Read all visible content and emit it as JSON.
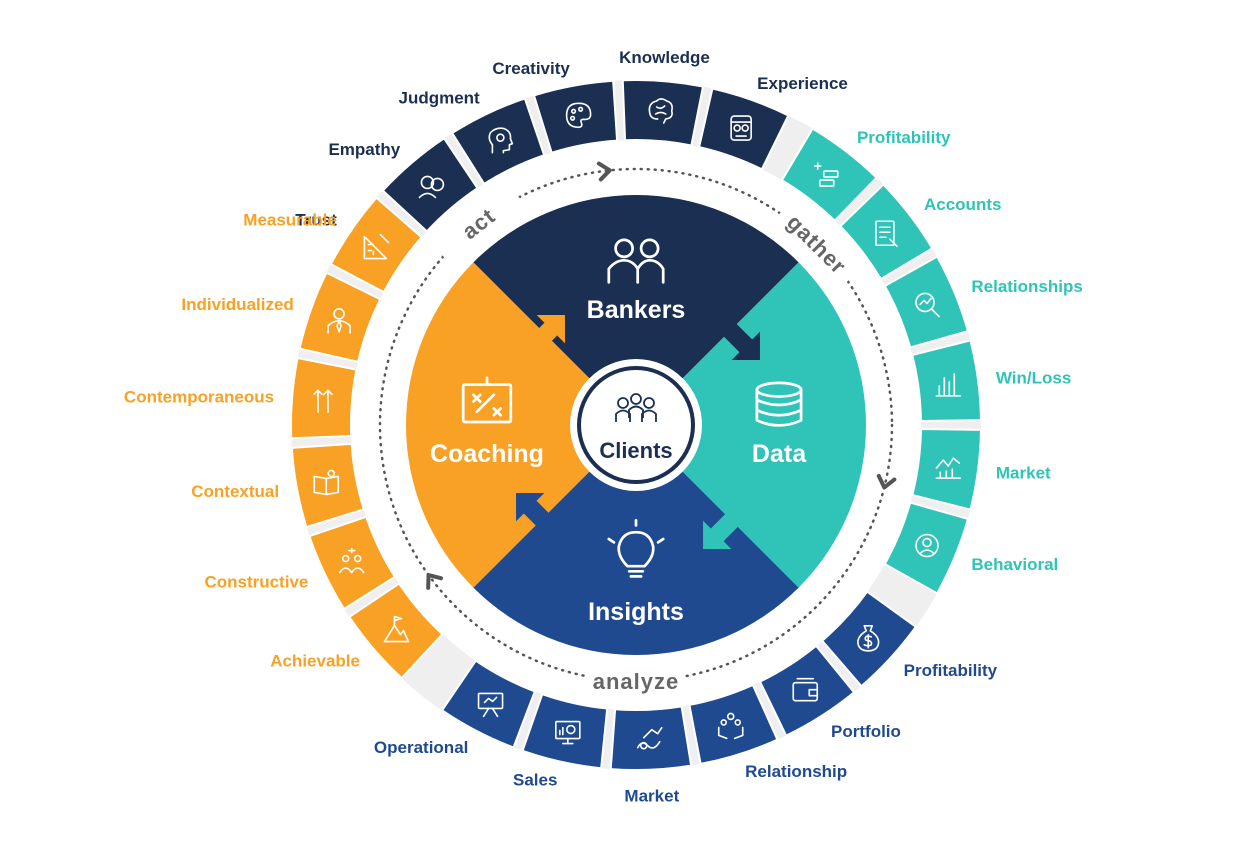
{
  "colors": {
    "navy": "#1b2f52",
    "teal": "#2fc4b7",
    "orange": "#f8a124",
    "blue": "#1f4a8f",
    "ring_gray": "#efefef",
    "arc_text": "#666666"
  },
  "center": {
    "label": "Clients",
    "icon": "clients-group-icon"
  },
  "quadrants": [
    {
      "key": "bankers",
      "label": "Bankers",
      "icon": "bankers-icon",
      "color": "#1b2f52"
    },
    {
      "key": "data",
      "label": "Data",
      "icon": "database-icon",
      "color": "#2fc4b7"
    },
    {
      "key": "insights",
      "label": "Insights",
      "icon": "lightbulb-icon",
      "color": "#1f4a8f"
    },
    {
      "key": "coaching",
      "label": "Coaching",
      "icon": "strategy-board-icon",
      "color": "#f8a124"
    }
  ],
  "cycle": {
    "top": "act",
    "right": "gather",
    "bottom": "analyze"
  },
  "groups": {
    "bankers": {
      "color": "#1b2f52",
      "items": [
        {
          "label": "Trust",
          "icon": "shield-badge-icon"
        },
        {
          "label": "Empathy",
          "icon": "faces-icon"
        },
        {
          "label": "Judgment",
          "icon": "head-gears-icon"
        },
        {
          "label": "Creativity",
          "icon": "palette-icon"
        },
        {
          "label": "Knowledge",
          "icon": "brain-icon"
        },
        {
          "label": "Experience",
          "icon": "person-glasses-icon"
        }
      ]
    },
    "data": {
      "color": "#2fc4b7",
      "items": [
        {
          "label": "Profitability",
          "icon": "sparkle-blocks-icon"
        },
        {
          "label": "Accounts",
          "icon": "account-sheet-icon"
        },
        {
          "label": "Relationships",
          "icon": "magnifier-chart-icon"
        },
        {
          "label": "Win/Loss",
          "icon": "bar-chart-icon"
        },
        {
          "label": "Market",
          "icon": "trend-chart-icon"
        },
        {
          "label": "Behavioral",
          "icon": "user-target-icon"
        }
      ]
    },
    "insights": {
      "color": "#1f4a8f",
      "items": [
        {
          "label": "Profitability",
          "icon": "money-bag-icon"
        },
        {
          "label": "Portfolio",
          "icon": "wallet-icon"
        },
        {
          "label": "Relationship",
          "icon": "hands-network-icon"
        },
        {
          "label": "Market",
          "icon": "money-growth-icon"
        },
        {
          "label": "Sales",
          "icon": "monitor-analytics-icon"
        },
        {
          "label": "Operational",
          "icon": "presentation-board-icon"
        }
      ]
    },
    "coaching": {
      "color": "#f8a124",
      "items": [
        {
          "label": "Achievable",
          "icon": "mountain-flag-icon"
        },
        {
          "label": "Constructive",
          "icon": "people-idea-icon"
        },
        {
          "label": "Contextual",
          "icon": "book-bulb-icon"
        },
        {
          "label": "Contemporaneous",
          "icon": "up-arrows-icon"
        },
        {
          "label": "Individualized",
          "icon": "person-tie-icon"
        },
        {
          "label": "Measurable",
          "icon": "ruler-triangle-icon"
        }
      ]
    }
  }
}
